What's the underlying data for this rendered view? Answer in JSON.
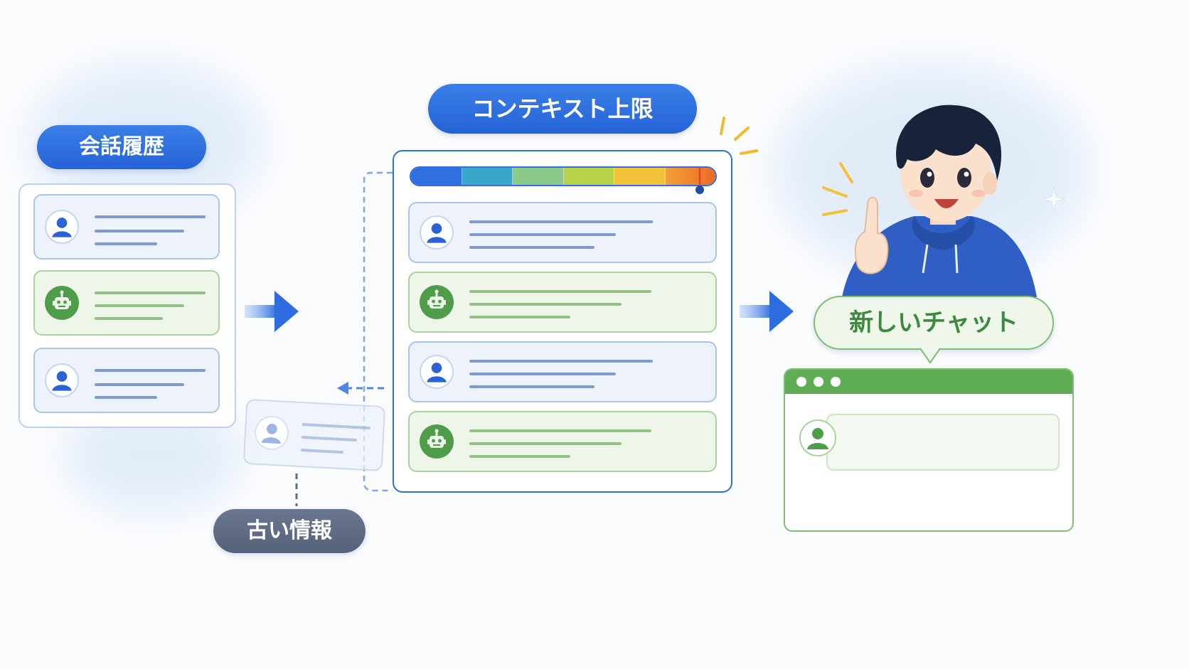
{
  "labels": {
    "history": "会話履歴",
    "context_limit": "コンテキスト上限",
    "old_info": "古い情報",
    "new_chat": "新しいチャット"
  },
  "history_cards": [
    "user",
    "assistant",
    "user"
  ],
  "context_cards": [
    "user",
    "assistant",
    "user",
    "assistant"
  ],
  "context_meter": {
    "fill_fraction": 0.98,
    "segments": [
      "#2f6fe0",
      "#3aa7c9",
      "#8dc98a",
      "#b8d24a",
      "#f2c23a",
      "#f07f2a"
    ]
  },
  "colors": {
    "accent_blue": "#2563d6",
    "accent_green": "#5fae55",
    "old_info_gray": "#5f6b84"
  },
  "icons": [
    "user-avatar-icon",
    "robot-avatar-icon",
    "arrow-right-icon",
    "arrow-left-dashed-icon",
    "sparkle-icon",
    "attention-lines-icon"
  ]
}
